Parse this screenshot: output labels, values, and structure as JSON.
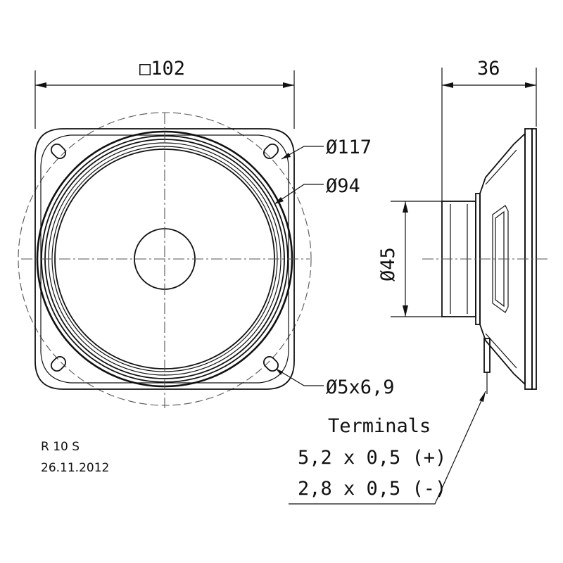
{
  "drawing": {
    "dimensions": {
      "square_frame": "□102",
      "depth": "36",
      "outer_diameter": "Ø117",
      "cone_diameter": "Ø94",
      "magnet_diameter": "Ø45",
      "mounting_holes": "Ø5x6,9"
    },
    "terminals": {
      "title": "Terminals",
      "positive": "5,2 x 0,5 (+)",
      "negative": "2,8 x 0,5 (-)"
    },
    "model": "R 10 S",
    "date": "26.11.2012"
  }
}
